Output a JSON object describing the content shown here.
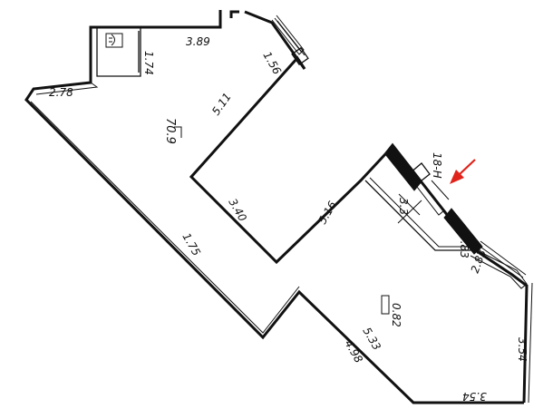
{
  "plan": {
    "labels": {
      "d389": "3.89",
      "d174": "1.74",
      "d156": "1.56",
      "d278": "2.78",
      "d511": "5.11",
      "area": "70.9",
      "d340": "3.40",
      "d175": "1.75",
      "d516": "5.16",
      "d18h": "18-H",
      "d33": "3.3",
      "d083": "0.83",
      "d283": "2.83",
      "d082": "0.82",
      "d533": "5.33",
      "d498": "4.98",
      "d354v": "3.54",
      "d354h": "3.54"
    },
    "colors": {
      "lines": "#111111",
      "arrow": "#e0241b"
    },
    "icons": [
      "toilet-icon",
      "window-icon",
      "column-icon",
      "pointer-arrow-icon"
    ]
  }
}
